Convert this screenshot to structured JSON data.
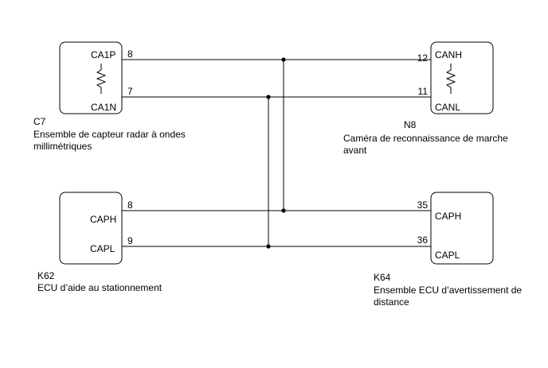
{
  "components": {
    "c7": {
      "code": "C7",
      "name_line1": "Ensemble de capteur radar à ondes",
      "name_line2": "millimétriques",
      "pin_top_label": "CA1P",
      "pin_bottom_label": "CA1N",
      "pin_top_num": "8",
      "pin_bottom_num": "7"
    },
    "n8": {
      "code": "N8",
      "name_line1": "Caméra de reconnaissance de marche",
      "name_line2": "avant",
      "pin_top_label": "CANH",
      "pin_bottom_label": "CANL",
      "pin_top_num": "12",
      "pin_bottom_num": "11"
    },
    "k62": {
      "code": "K62",
      "name_line1": "ECU d’aide au stationnement",
      "pin_top_label": "CAPH",
      "pin_bottom_label": "CAPL",
      "pin_top_num": "8",
      "pin_bottom_num": "9"
    },
    "k64": {
      "code": "K64",
      "name_line1": "Ensemble ECU d’avertissement de",
      "name_line2": "distance",
      "pin_top_label": "CAPH",
      "pin_bottom_label": "CAPL",
      "pin_top_num": "35",
      "pin_bottom_num": "36"
    }
  }
}
